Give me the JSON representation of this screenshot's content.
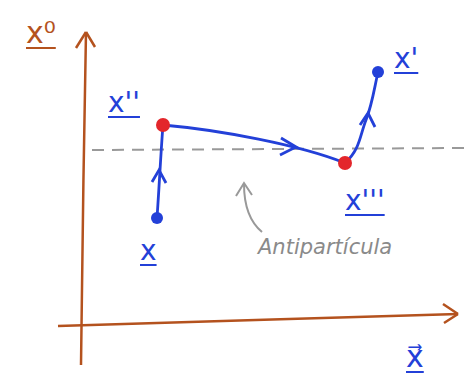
{
  "diagram": {
    "labels": [
      "x⁰",
      "x''",
      "x'",
      "x'''",
      "x",
      "Antipartícula",
      "x⃗"
    ]
  }
}
